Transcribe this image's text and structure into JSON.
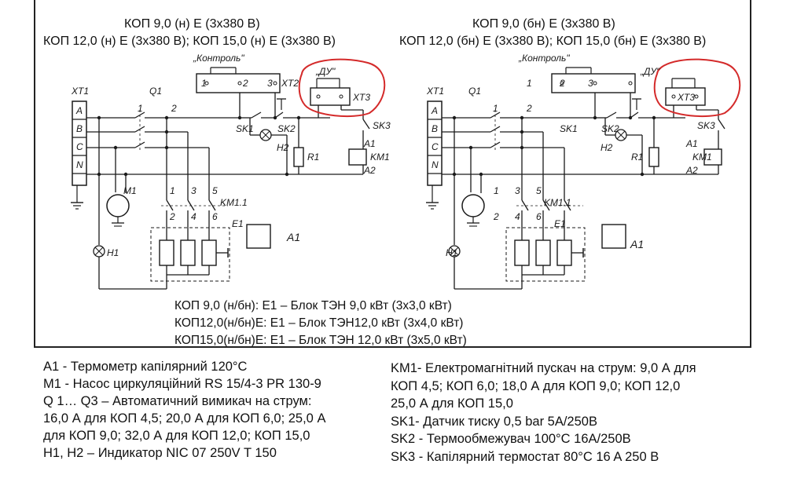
{
  "headers": {
    "left_line1": "КОП 9,0 (н) Е (3х380 В)",
    "left_line2": "КОП 12,0 (н) Е (3х380 В); КОП 15,0 (н) Е (3х380 В)",
    "right_line1": "КОП 9,0 (бн) Е (3х380 В)",
    "right_line2": "КОП 12,0 (бн) Е (3х380 В); КОП 15,0 (бн) Е (3х380 В)"
  },
  "labels": {
    "kontrol": "„Контроль\"",
    "du": "„ДУ\"",
    "xt1": "XT1",
    "xt2": "XT2",
    "xt3": "XT3",
    "q1": "Q1",
    "sk1": "SK1",
    "sk2": "SK2",
    "sk3": "SK3",
    "h1": "H1",
    "h2": "H2",
    "r1": "R1",
    "km1": "KM1",
    "km11": "KM1.1",
    "a1": "A1",
    "a2": "A2",
    "m1": "M1",
    "e1": "E1",
    "phase_a": "A",
    "phase_b": "B",
    "phase_c": "C",
    "neutral": "N",
    "t1": "1",
    "t2": "2",
    "t3": "3",
    "t4": "4",
    "t5": "5",
    "t6": "6"
  },
  "caption": {
    "line1": "КОП 9,0 (н/бн):  Е1 – Блок ТЭН 9,0 кВт (3х3,0 кВт)",
    "line2": "КОП12,0(н/бн)Е: Е1 – Блок ТЭН12,0 кВт (3х4,0 кВт)",
    "line3": "КОП15,0(н/бн)Е: Е1 – Блок ТЭН 12,0 кВт (3х5,0 кВт)"
  },
  "legend_left": [
    "A1 - Термометр капілярний 120°C",
    "M1 - Насос циркуляційний RS 15/4-3 PR 130-9",
    "Q 1… Q3 – Автоматичний вимикач на струм:",
    "16,0 А для КОП 4,5; 20,0 А для КОП 6,0; 25,0 А",
    "для КОП 9,0; 32,0 А для КОП 12,0; КОП 15,0",
    "H1, H2 – Индикатор NIC 07 250V T 150"
  ],
  "legend_right": [
    "KM1- Електромагнітний пускач на струм: 9,0 А для",
    "КОП 4,5; КОП 6,0; 18,0 А для КОП 9,0; КОП 12,0",
    "25,0 А для КОП 15,0",
    "SK1- Датчик тиску 0,5 bar 5A/250B",
    "SK2 - Термообмежувач  100°C 16A/250B",
    "SK3 - Капілярний термостат 80°C 16 A  250 B"
  ],
  "colors": {
    "line": "#1a1a1a",
    "highlight": "#d42a2a",
    "background": "#ffffff"
  }
}
